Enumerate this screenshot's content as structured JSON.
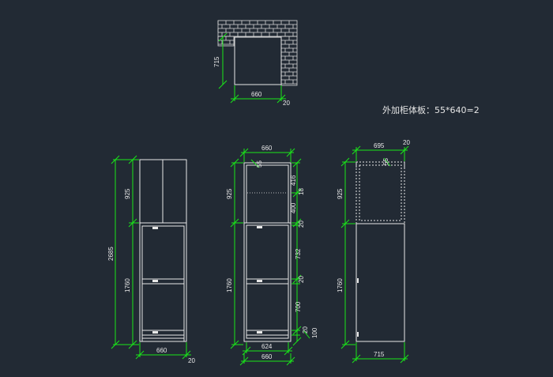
{
  "note": "外加柜体板：55*640=2",
  "top_view": {
    "width": "660",
    "gap": "20",
    "depth": "715"
  },
  "front_view": {
    "upper": "925",
    "lower": "1760",
    "total": "2685",
    "width": "660",
    "gap": "20"
  },
  "section_view": {
    "top_width": "660",
    "top_gap": "55",
    "v416": "416",
    "v18": "18",
    "v400": "400",
    "v20a": "20",
    "v732": "732",
    "v20b": "20",
    "v700": "700",
    "v20c": "20",
    "v100": "100",
    "upper": "925",
    "lower": "1760",
    "inner_width": "624",
    "outer_width": "660"
  },
  "side_view": {
    "top_width": "695",
    "top_gap": "20",
    "top_small": "55",
    "upper": "925",
    "lower": "1760",
    "depth": "715"
  }
}
